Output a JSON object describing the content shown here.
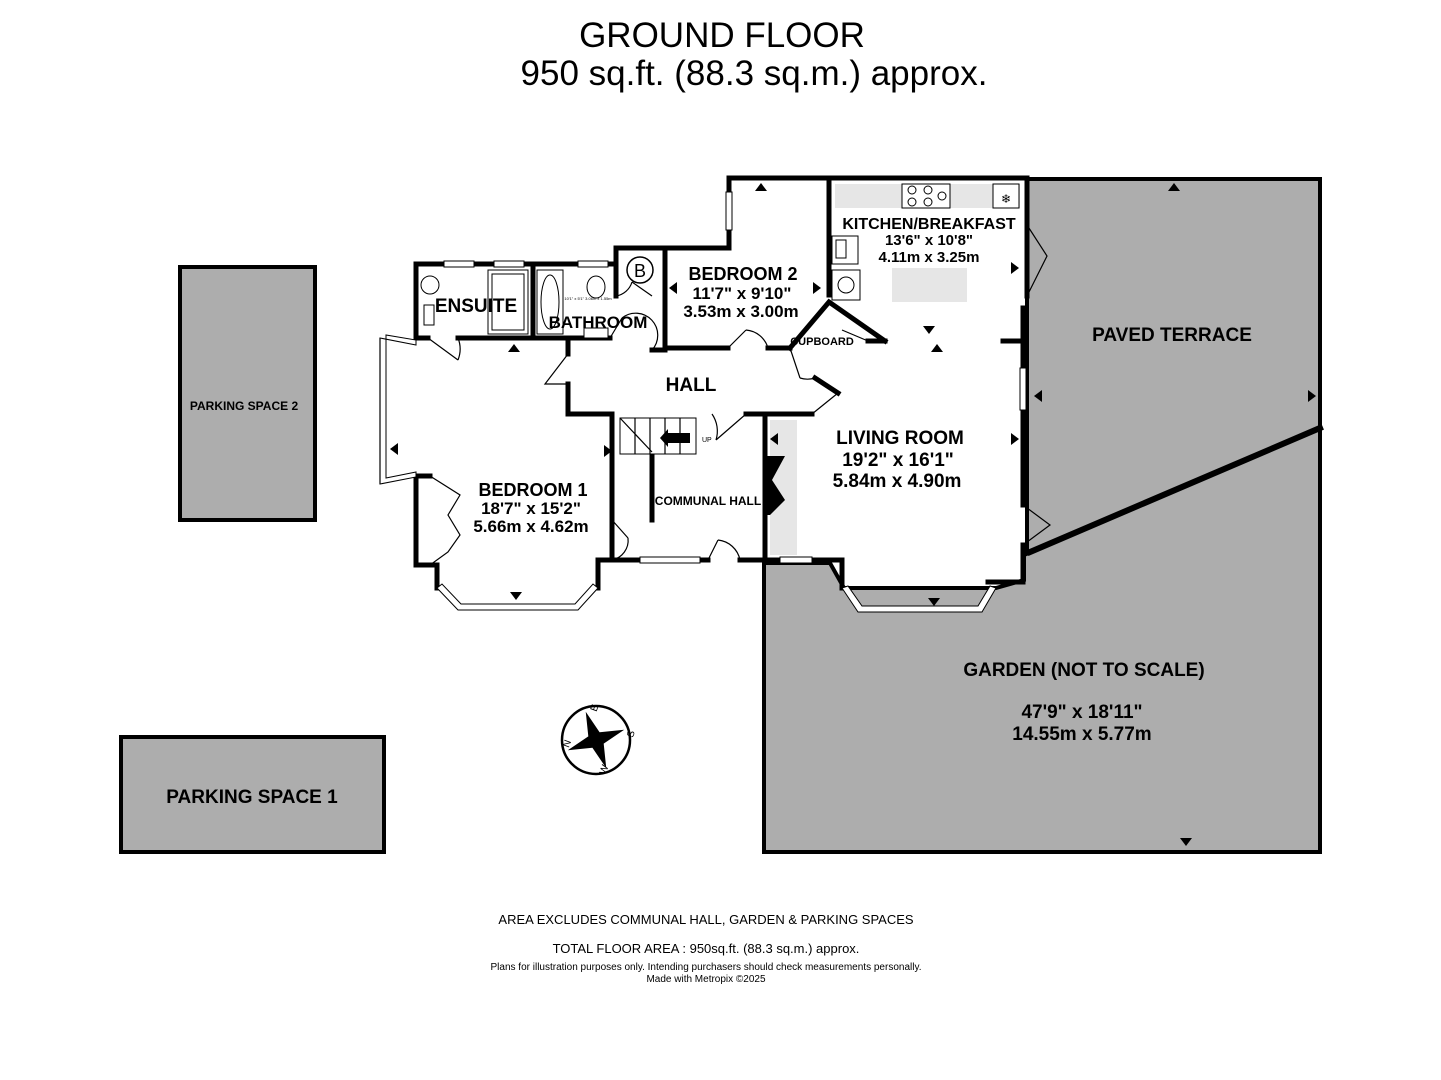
{
  "header": {
    "title": "GROUND FLOOR",
    "subtitle": "950 sq.ft. (88.3 sq.m.) approx."
  },
  "rooms": {
    "ensuite": {
      "label": "ENSUITE"
    },
    "bathroom": {
      "label": "BATHROOM",
      "bath_dims": "10'1\" x 5'1\" 3.06m x 1.55m"
    },
    "boiler": {
      "label": "B"
    },
    "bedroom2": {
      "label": "BEDROOM 2",
      "imperial": "11'7\"  x 9'10\"",
      "metric": "3.53m  x 3.00m"
    },
    "kitchen": {
      "label": "KITCHEN/BREAKFAST",
      "imperial": "13'6\"  x 10'8\"",
      "metric": "4.11m  x 3.25m"
    },
    "cupboard": {
      "label": "CUPBOARD"
    },
    "hall": {
      "label": "HALL"
    },
    "living": {
      "label": "LIVING ROOM",
      "imperial": "19'2\"  x 16'1\"",
      "metric": "5.84m  x 4.90m"
    },
    "bedroom1": {
      "label": "BEDROOM 1",
      "imperial": "18'7\"  x 15'2\"",
      "metric": "5.66m  x 4.62m"
    },
    "communal_hall": {
      "label": "COMMUNAL HALL",
      "stair_label": "UP"
    },
    "terrace": {
      "label": "PAVED TERRACE"
    },
    "garden": {
      "label": "GARDEN (NOT TO SCALE)",
      "imperial": "47'9\"  x 18'11\"",
      "metric": "14.55m  x 5.77m"
    },
    "parking2": {
      "label": "PARKING SPACE 2"
    },
    "parking1": {
      "label": "PARKING SPACE 1"
    }
  },
  "compass": {
    "n": "N",
    "e": "E",
    "s": "S",
    "w": "W"
  },
  "footer": {
    "line1": "AREA EXCLUDES COMMUNAL HALL, GARDEN & PARKING SPACES",
    "line2": "TOTAL FLOOR AREA : 950sq.ft. (88.3 sq.m.) approx.",
    "line3": "Plans for illustration purposes only. Intending purchasers should check measurements personally.",
    "line4": "Made with Metropix ©2025"
  },
  "colors": {
    "outdoor_fill": "#adadad",
    "wall": "#000000",
    "background": "#ffffff"
  }
}
